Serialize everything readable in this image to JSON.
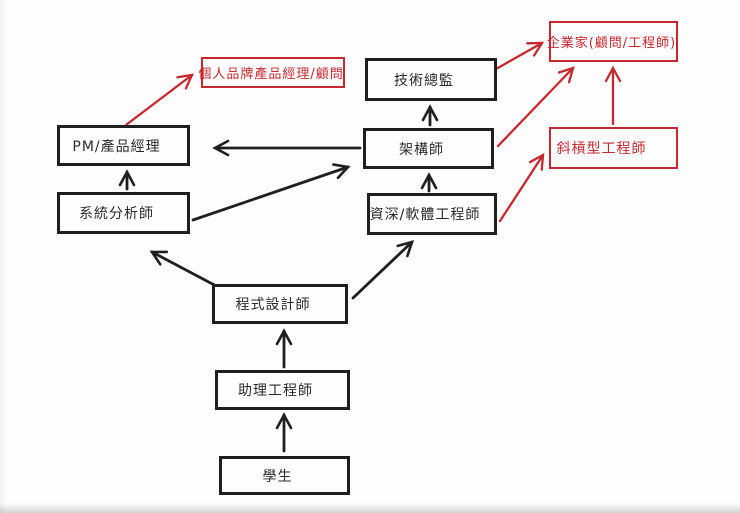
{
  "diagram": {
    "description": "career-path-flowchart",
    "colors": {
      "ink_black": "#1f1f1f",
      "accent_red": "#c5282e"
    },
    "nodes": [
      {
        "id": "student",
        "label": "學生",
        "type": "black"
      },
      {
        "id": "assistant-engineer",
        "label": "助理工程師",
        "type": "black"
      },
      {
        "id": "programmer",
        "label": "程式設計師",
        "type": "black"
      },
      {
        "id": "system-analyst",
        "label": "系統分析師",
        "type": "black"
      },
      {
        "id": "pm-product-manager",
        "label": "PM/產品經理",
        "type": "black"
      },
      {
        "id": "senior-software-engineer",
        "label": "資深/軟體工程師",
        "type": "black"
      },
      {
        "id": "architect",
        "label": "架構師",
        "type": "black"
      },
      {
        "id": "tech-director",
        "label": "技術總監",
        "type": "black"
      },
      {
        "id": "personal-brand-pm-consultant",
        "label": "個人品牌產品經理/顧問",
        "type": "red"
      },
      {
        "id": "entrepreneur",
        "label": "企業家(顧問/工程師)",
        "type": "red"
      },
      {
        "id": "slash-engineer",
        "label": "斜槓型工程師",
        "type": "red"
      }
    ],
    "edges": [
      {
        "from": "student",
        "to": "assistant-engineer",
        "color": "black"
      },
      {
        "from": "assistant-engineer",
        "to": "programmer",
        "color": "black"
      },
      {
        "from": "programmer",
        "to": "system-analyst",
        "color": "black"
      },
      {
        "from": "programmer",
        "to": "senior-software-engineer",
        "color": "black"
      },
      {
        "from": "system-analyst",
        "to": "pm-product-manager",
        "color": "black"
      },
      {
        "from": "system-analyst",
        "to": "architect",
        "color": "black"
      },
      {
        "from": "senior-software-engineer",
        "to": "architect",
        "color": "black"
      },
      {
        "from": "architect",
        "to": "pm-product-manager",
        "color": "black"
      },
      {
        "from": "architect",
        "to": "tech-director",
        "color": "black"
      },
      {
        "from": "pm-product-manager",
        "to": "personal-brand-pm-consultant",
        "color": "red"
      },
      {
        "from": "tech-director",
        "to": "entrepreneur",
        "color": "red"
      },
      {
        "from": "architect",
        "to": "entrepreneur",
        "color": "red"
      },
      {
        "from": "slash-engineer",
        "to": "entrepreneur",
        "color": "red"
      },
      {
        "from": "senior-software-engineer",
        "to": "slash-engineer",
        "color": "red"
      }
    ]
  }
}
